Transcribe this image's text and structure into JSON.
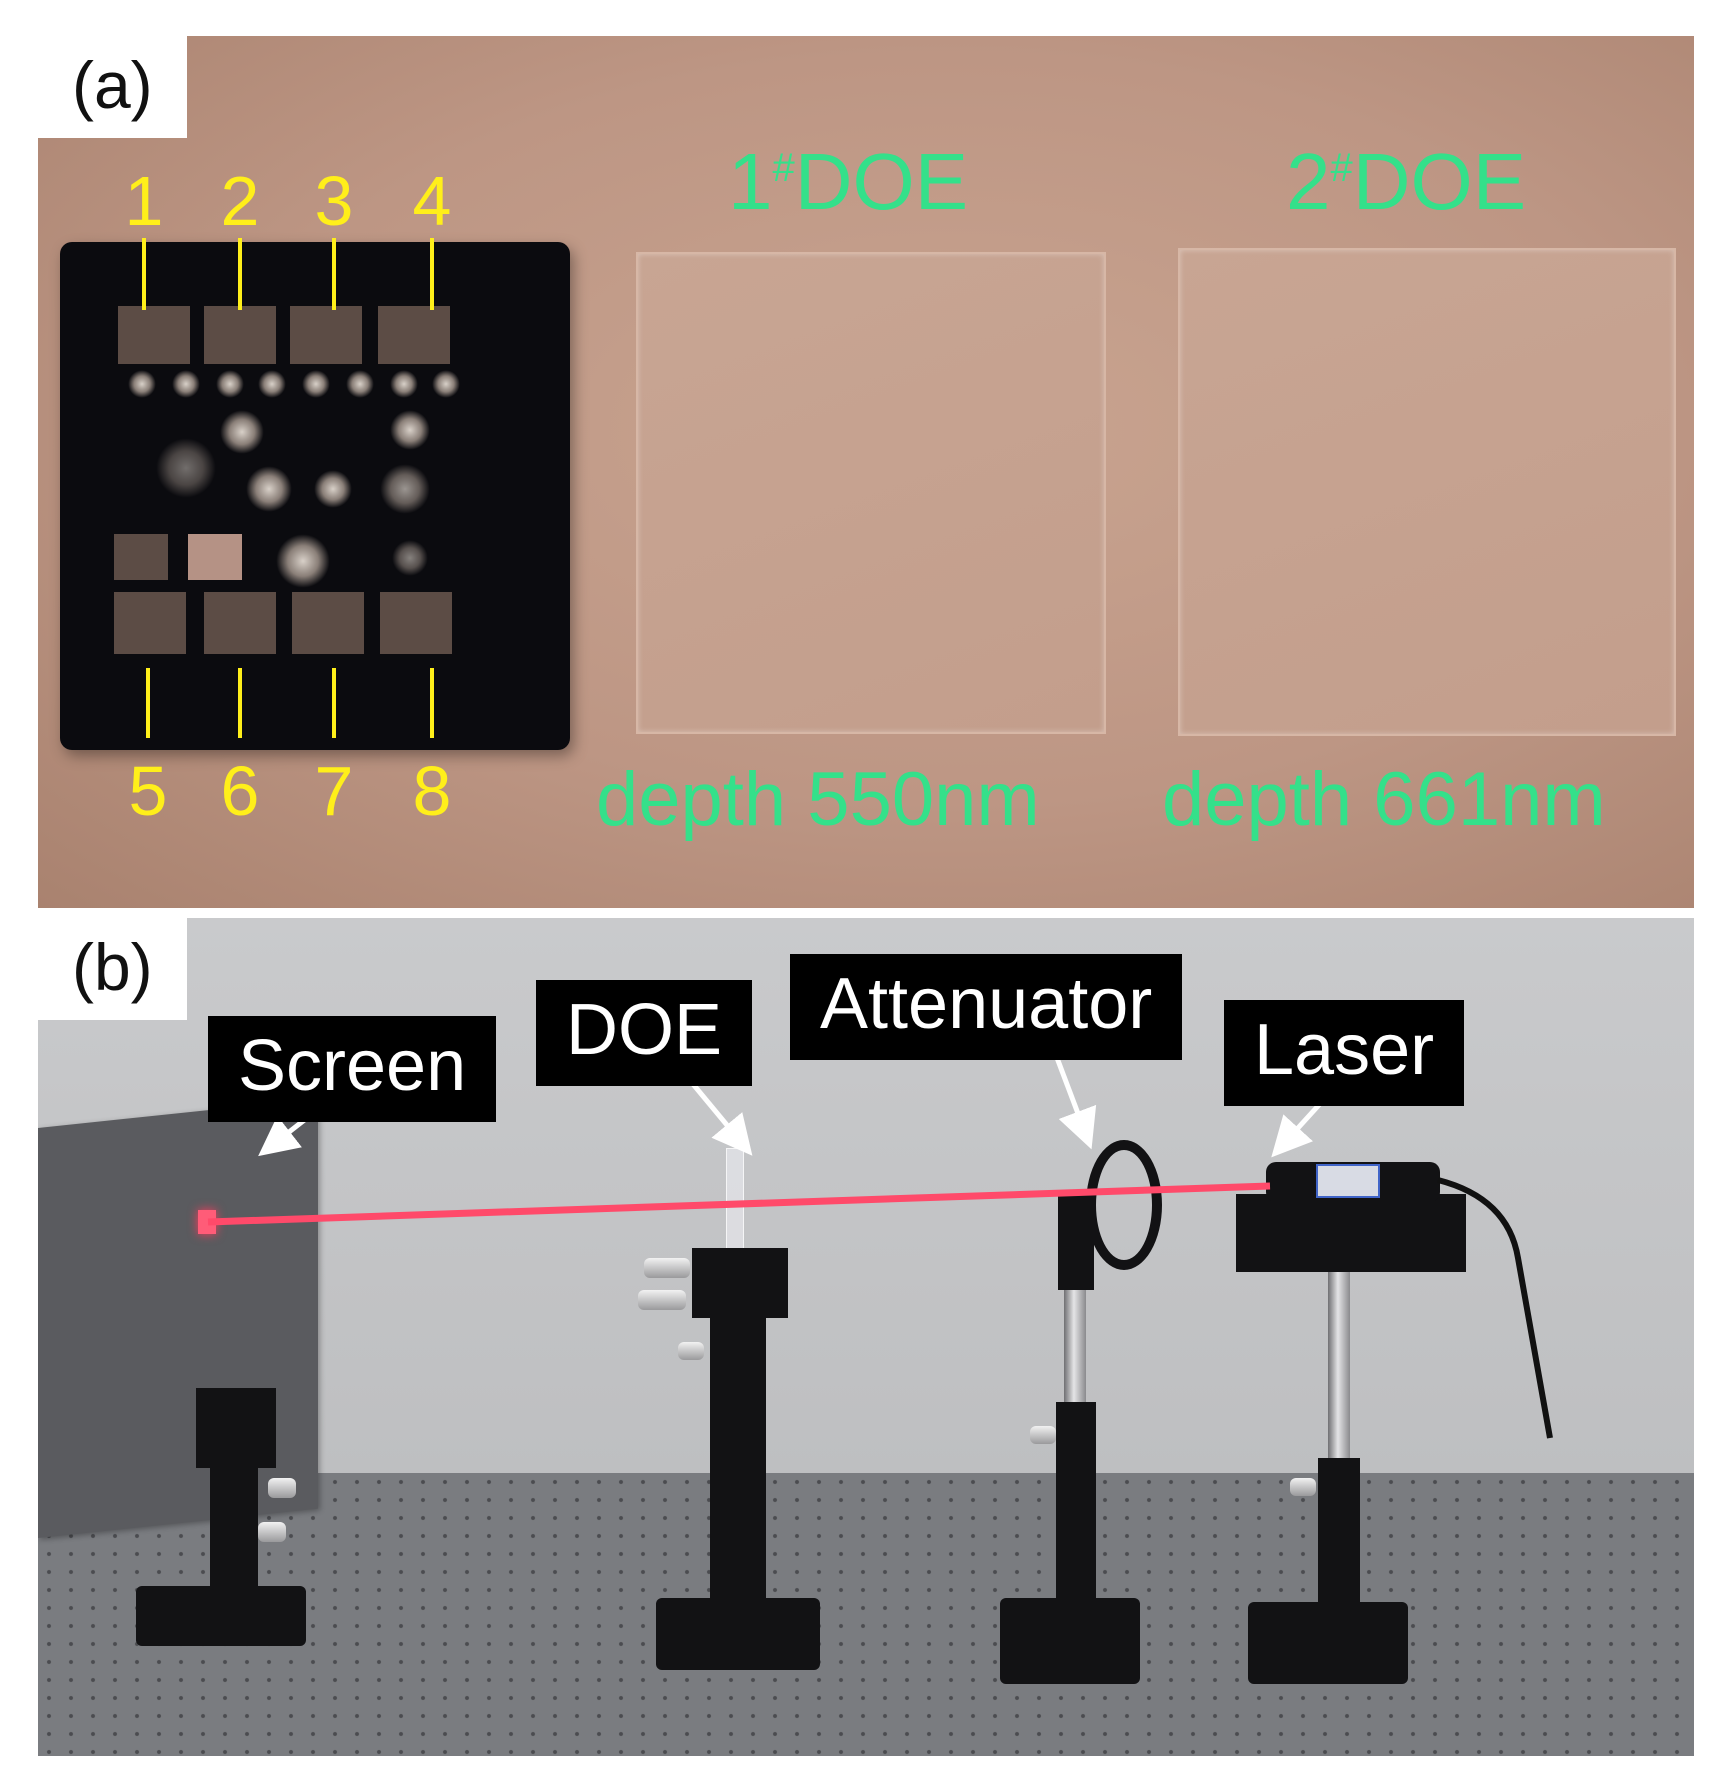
{
  "figure": {
    "panel_a": {
      "label": "(a)",
      "mask_numbers_top": [
        "1",
        "2",
        "3",
        "4"
      ],
      "mask_numbers_bottom": [
        "5",
        "6",
        "7",
        "8"
      ],
      "doe_1": {
        "title_prefix": "1",
        "title_sup": "#",
        "title_suffix": "DOE",
        "depth": "depth 550nm"
      },
      "doe_2": {
        "title_prefix": "2",
        "title_sup": "#",
        "title_suffix": "DOE",
        "depth": "depth 661nm"
      },
      "colors": {
        "mask_numbers": "#ffef1a",
        "doe_text": "#34e08a"
      }
    },
    "panel_b": {
      "label": "(b)",
      "callouts": [
        "Screen",
        "DOE",
        "Attenuator",
        "Laser"
      ],
      "colors": {
        "laser_beam": "#ff4a6a",
        "callout_bg": "#000000",
        "callout_text": "#ffffff"
      }
    }
  }
}
